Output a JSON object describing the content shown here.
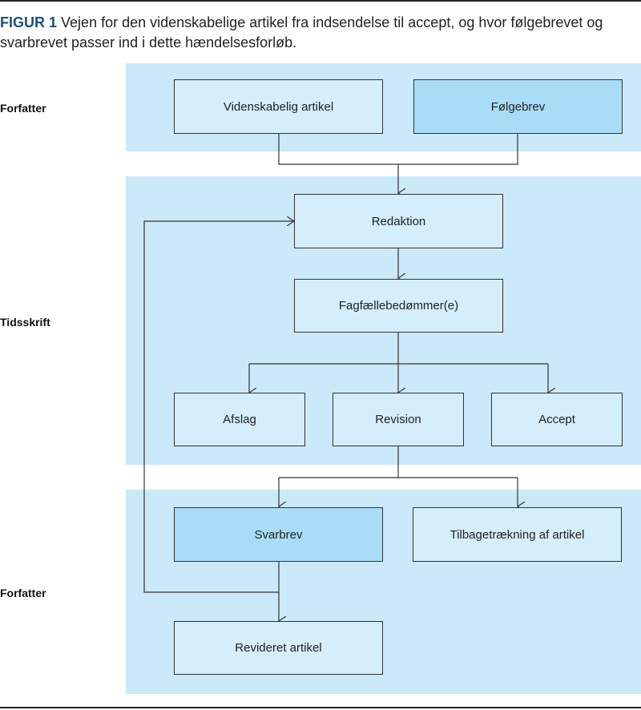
{
  "caption": {
    "label": "FIGUR 1",
    "text": "Vejen for den videnskabelige artikel fra indsendelse til accept, og hvor følgebrevet og svarbrevet passer ind i dette hændelsesforløb."
  },
  "rows": {
    "author_top": "Forfatter",
    "journal": "Tidsskrift",
    "author_bottom": "Forfatter"
  },
  "nodes": {
    "article": "Videnskabelig artikel",
    "cover_letter": "Følgebrev",
    "editorial": "Redaktion",
    "reviewers": "Fagfællebedømmer(e)",
    "rejection": "Afslag",
    "revision": "Revision",
    "accept": "Accept",
    "response_letter": "Svarbrev",
    "withdrawal": "Tilbagetrækning af artikel",
    "revised_article": "Revideret artikel"
  },
  "colors": {
    "band": "#cbe9f8",
    "node": "#d4eefb",
    "node_highlight": "#a9dcf6",
    "caption_label": "#1f4e79",
    "line": "#333333"
  }
}
